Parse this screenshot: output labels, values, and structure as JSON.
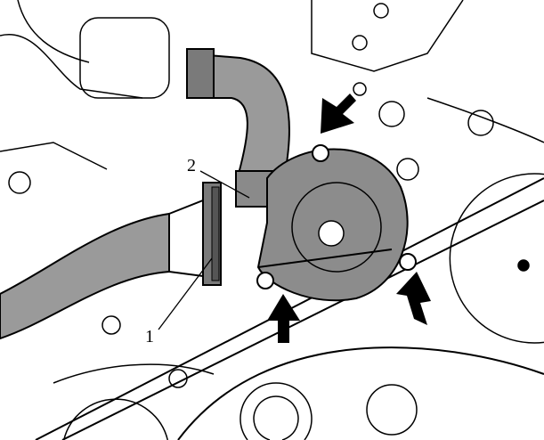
{
  "figure": {
    "callouts": [
      {
        "id": "1",
        "text": "1"
      },
      {
        "id": "2",
        "text": "2"
      }
    ],
    "colors": {
      "hose": "#9a9a9a",
      "pump": "#8c8c8c",
      "line": "#000000",
      "background": "#ffffff"
    }
  }
}
